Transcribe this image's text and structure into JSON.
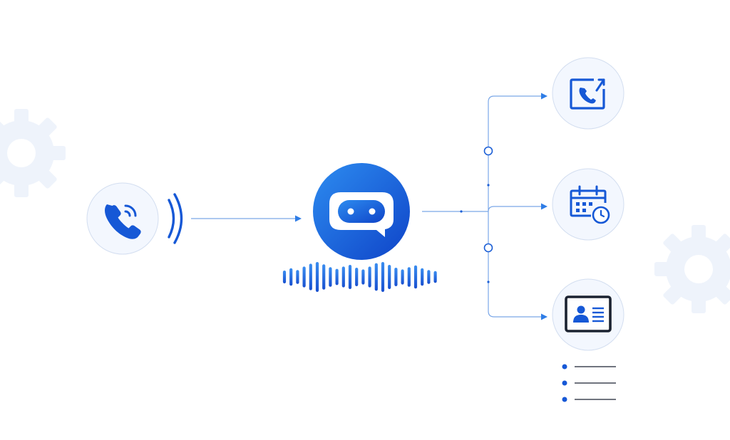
{
  "colors": {
    "primary": "#1658d6",
    "primary_light": "#2f86ee",
    "line": "#7aa7e8",
    "node_fill": "#f3f7fe",
    "node_stroke": "#d3def0",
    "gear": "#eef3fb",
    "dark": "#1b2230"
  },
  "icons": {
    "caller": "phone-ringing-icon",
    "bot": "chatbot-icon",
    "out_top": "callback-icon",
    "out_middle": "calendar-schedule-icon",
    "out_bottom": "contact-card-icon"
  },
  "waveform": [
    0.25,
    0.45,
    0.3,
    0.6,
    0.85,
    1.0,
    0.8,
    0.55,
    0.4,
    0.6,
    0.75,
    0.5,
    0.35,
    0.6,
    0.9,
    1.0,
    0.75,
    0.5,
    0.35,
    0.55,
    0.7,
    0.45,
    0.3,
    0.2
  ],
  "info_list": {
    "count": 3
  }
}
